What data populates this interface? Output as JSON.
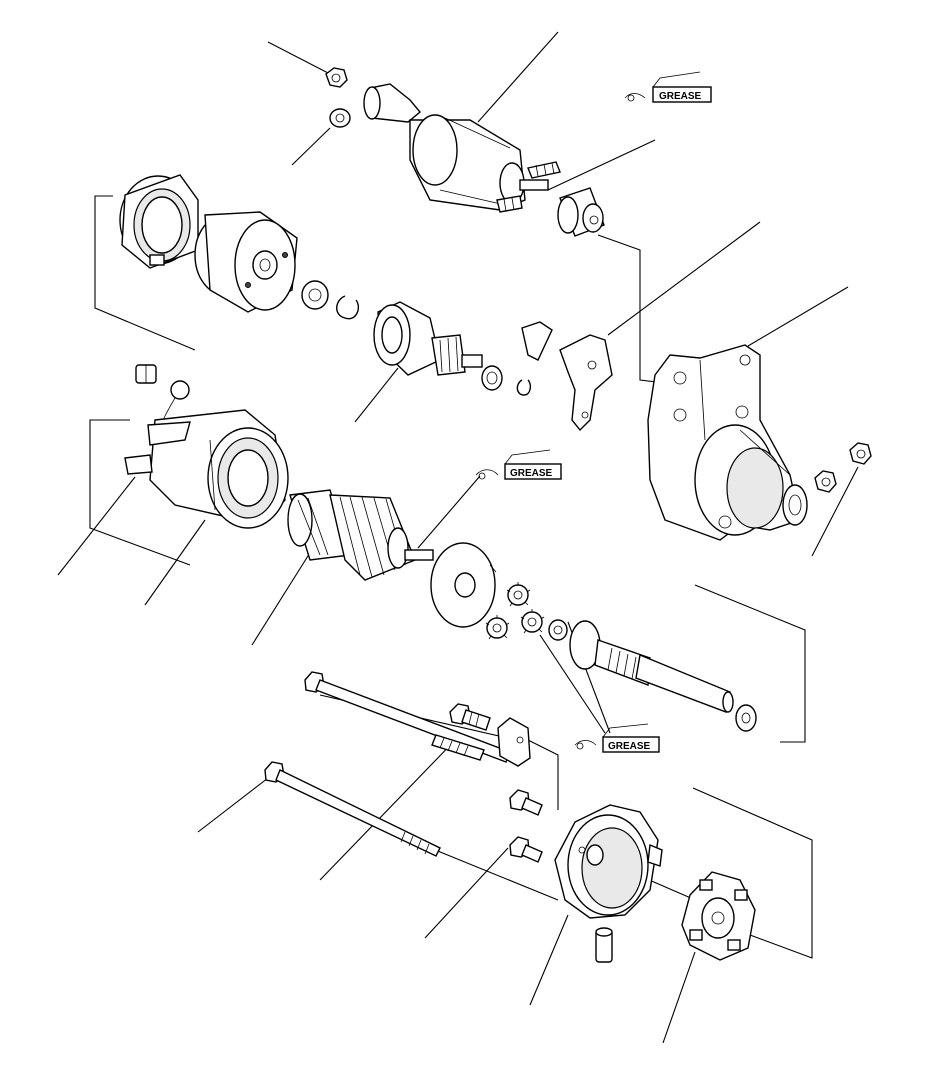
{
  "diagram": {
    "grease_labels": [
      {
        "text": "GREASE"
      },
      {
        "text": "GREASE"
      },
      {
        "text": "GREASE"
      }
    ]
  }
}
